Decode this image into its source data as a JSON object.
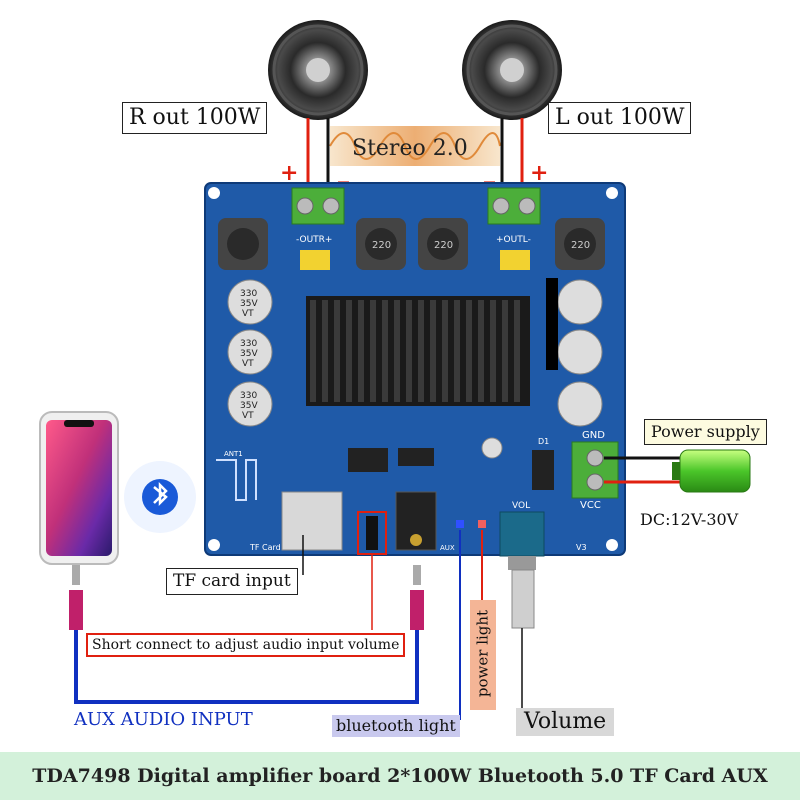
{
  "labels": {
    "r_out": "R out 100W",
    "l_out": "L out 100W",
    "stereo": "Stereo 2.0",
    "power_supply": "Power supply",
    "dc_range": "DC:12V-30V",
    "tf_card_input": "TF card input",
    "short_connect": "Short connect to adjust audio input volume",
    "aux_audio_input": "AUX AUDIO INPUT",
    "bluetooth_light": "bluetooth light",
    "power_light": "power light",
    "volume": "Volume",
    "title": "TDA7498 Digital amplifier board 2*100W Bluetooth 5.0 TF Card AUX"
  },
  "pcb": {
    "out_r": "-OUTR+",
    "out_l": "+OUTL-",
    "gnd": "GND",
    "vcc": "VCC",
    "vol": "VOL",
    "aux": "AUX",
    "tf_card": "TF Card",
    "ant": "ANT1",
    "v3": "V3",
    "d1": "D1",
    "cap_inductor": "220",
    "cap_large": [
      "330",
      "35V",
      "VT"
    ]
  },
  "colors": {
    "pcb": "#1f5aa8",
    "wire_red": "#e02010",
    "wire_black": "#111111",
    "aux_cable": "#1030c0",
    "stereo_bg": "#f3d5a8",
    "power_light_bg": "#f4b596",
    "bluetooth_light_bg": "#c9c9ee",
    "volume_bg": "#d8d8d8",
    "title_bar": "#d3f1da"
  }
}
